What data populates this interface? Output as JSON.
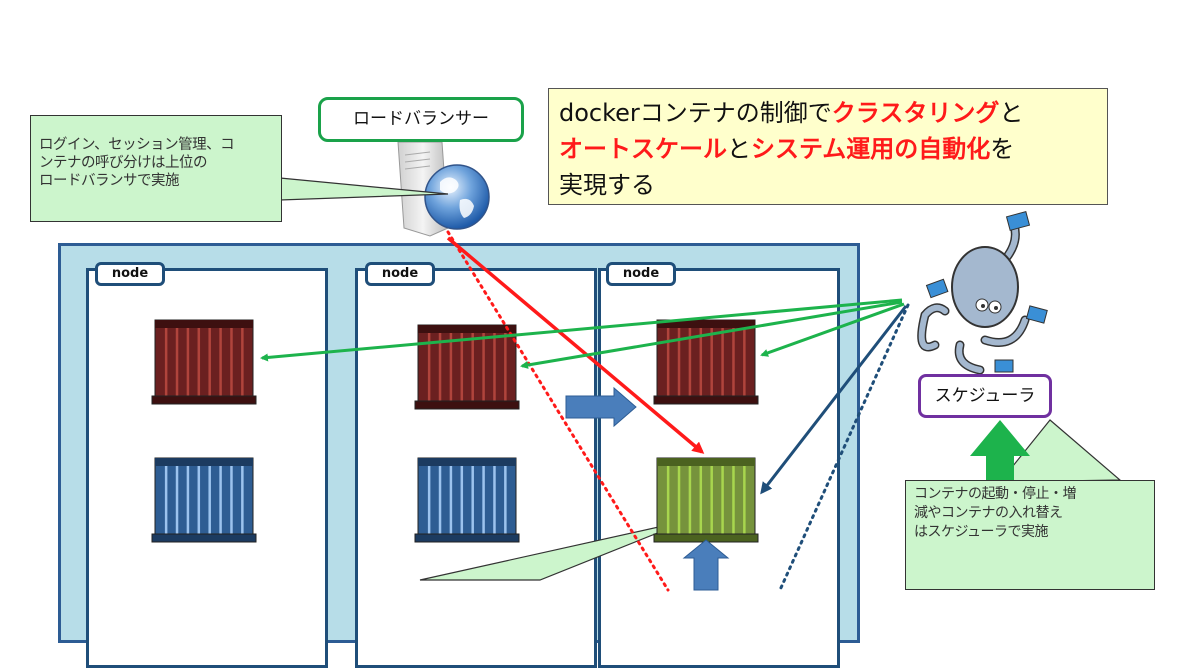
{
  "load_balancer": {
    "label": "ロードバランサー",
    "note_lines": [
      "ログイン、セッション管理、コ",
      "ンテナの呼び分けは上位の",
      "ロードバランサで実施"
    ]
  },
  "headline": {
    "line1": [
      {
        "text": "dockerコンテナの制御で",
        "style": "normal"
      },
      {
        "text": "クラスタリング",
        "style": "red"
      },
      {
        "text": "と",
        "style": "normal"
      }
    ],
    "line2": [
      {
        "text": "オートスケール",
        "style": "red"
      },
      {
        "text": "と",
        "style": "normal"
      },
      {
        "text": "システム運用の自動化",
        "style": "red"
      },
      {
        "text": "を",
        "style": "normal"
      }
    ],
    "line3": [
      {
        "text": "実現する",
        "style": "normal"
      }
    ]
  },
  "cluster": {
    "nodes": [
      {
        "label": "node",
        "containers": [
          "red",
          "blue"
        ]
      },
      {
        "label": "node",
        "containers": [
          "red",
          "blue"
        ]
      },
      {
        "label": "node",
        "containers": [
          "red",
          "green"
        ]
      }
    ]
  },
  "scheduler": {
    "label": "スケジューラ",
    "note_lines": [
      "コンテナの起動・停止・増",
      "減やコンテナの入れ替え",
      "はスケジューラで実施"
    ]
  },
  "colors": {
    "accent_red": "#ff1a1a",
    "green_arrow": "#1db34c",
    "navy": "#1f4e79",
    "cluster_bg": "#b7dde8",
    "container_red": "#6b2020",
    "container_blue": "#2e5d93",
    "container_green": "#76933c",
    "callout_bg": "#ccf5cc",
    "headline_bg": "#ffffcc"
  }
}
